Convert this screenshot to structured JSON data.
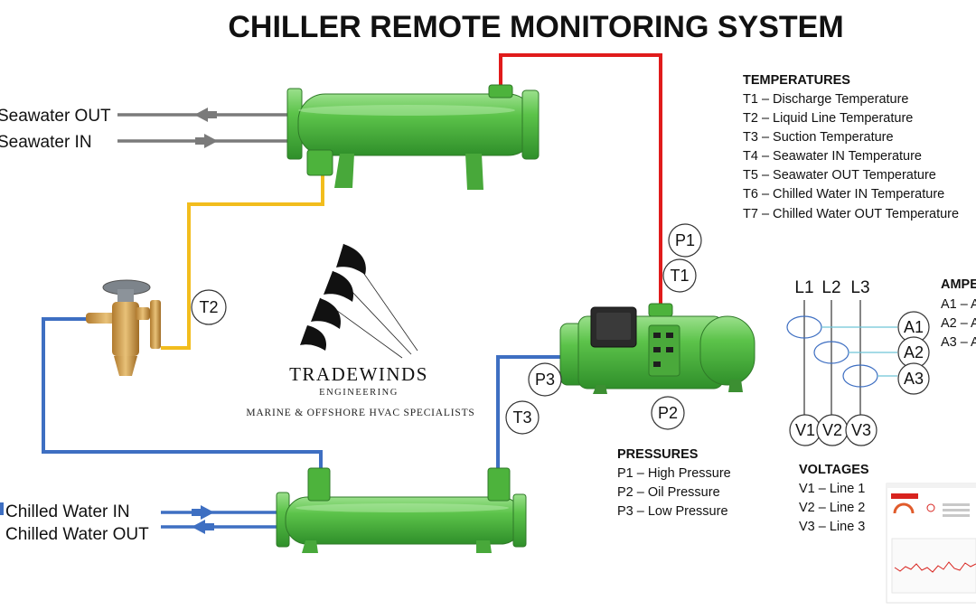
{
  "title": "CHILLER REMOTE MONITORING SYSTEM",
  "flows": {
    "seawater_out": "Seawater OUT",
    "seawater_in": "Seawater IN",
    "chilled_water_in": "Chilled Water IN",
    "chilled_water_out": "Chilled Water OUT"
  },
  "sensor_tags": {
    "p1": "P1",
    "t1": "T1",
    "t2": "T2",
    "p3": "P3",
    "t3": "T3",
    "p2": "P2",
    "a1": "A1",
    "a2": "A2",
    "a3": "A3",
    "v1": "V1",
    "v2": "V2",
    "v3": "V3"
  },
  "phase_lines": [
    "L1",
    "L2",
    "L3"
  ],
  "temperatures": {
    "heading": "TEMPERATURES",
    "items": [
      "T1 – Discharge Temperature",
      "T2 – Liquid Line Temperature",
      "T3 – Suction Temperature",
      "T4 – Seawater IN Temperature",
      "T5 – Seawater OUT Temperature",
      "T6 – Chilled Water IN Temperature",
      "T7 – Chilled Water OUT Temperature"
    ]
  },
  "amperes": {
    "heading": "AMPE",
    "items": [
      "A1 – A",
      "A2 – A",
      "A3 – A"
    ]
  },
  "pressures": {
    "heading": "PRESSURES",
    "items": [
      "P1 – High Pressure",
      "P2 – Oil Pressure",
      "P3 – Low Pressure"
    ]
  },
  "voltages": {
    "heading": "VOLTAGES",
    "items": [
      "V1 – Line 1",
      "V2 – Line 2",
      "V3 – Line 3"
    ]
  },
  "logo": {
    "name": "TRADEWINDS",
    "sub": "ENGINEERING",
    "tagline": "MARINE & OFFSHORE HVAC SPECIALISTS"
  },
  "colors": {
    "equipment_green": "#5cc34a",
    "discharge_line": "#e01b1b",
    "liquid_line": "#f2bd1d",
    "suction_line": "#3e6fc2",
    "seawater_line": "#7a7a7a",
    "chilled_water_line": "#3e6fc2"
  },
  "icons": {
    "condenser": "shell-and-tube-condenser",
    "evaporator": "shell-and-tube-evaporator",
    "compressor": "screw-compressor",
    "expansion_valve": "thermostatic-expansion-valve",
    "current_sensors": "current-transformer-rings",
    "dashboard": "monitoring-dashboard-thumbnail"
  }
}
